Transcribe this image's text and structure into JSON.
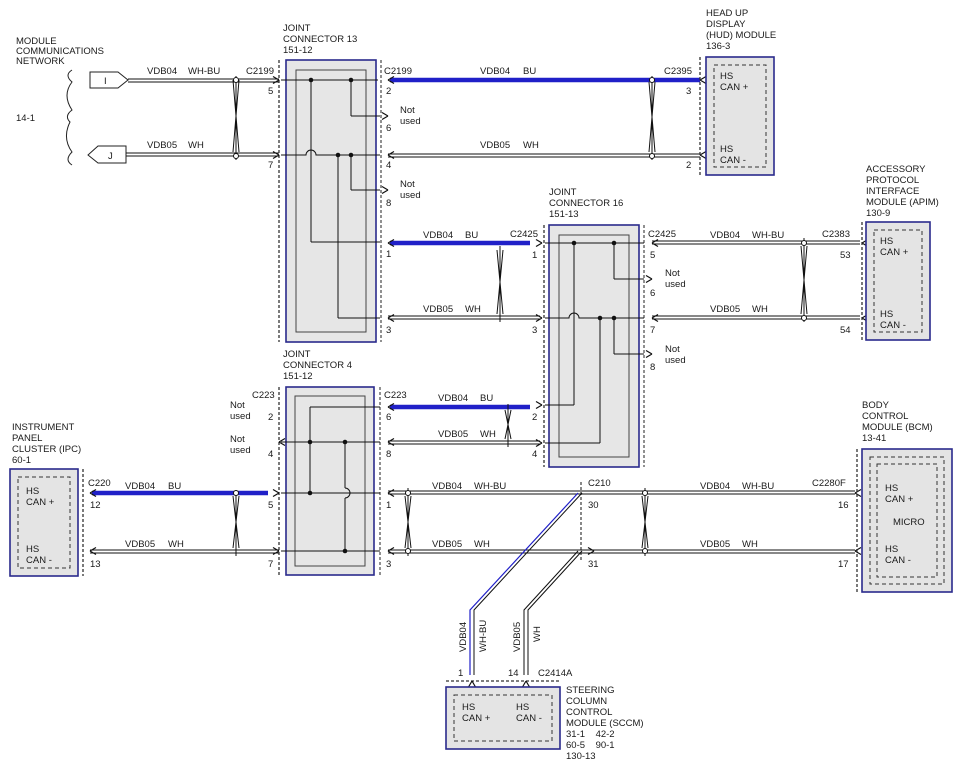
{
  "labels": {
    "mcn": [
      "MODULE",
      "COMMUNICATIONS",
      "NETWORK"
    ],
    "ref_14_1": "14-1",
    "jc13": [
      "JOINT",
      "CONNECTOR 13",
      "151-12"
    ],
    "hud": [
      "HEAD UP",
      "DISPLAY",
      "(HUD) MODULE",
      "136-3"
    ],
    "apim": [
      "ACCESSORY",
      "PROTOCOL",
      "INTERFACE",
      "MODULE (APIM)",
      "130-9"
    ],
    "jc16": [
      "JOINT",
      "CONNECTOR 16",
      "151-13"
    ],
    "jc4": [
      "JOINT",
      "CONNECTOR 4",
      "151-12"
    ],
    "ipc": [
      "INSTRUMENT",
      "PANEL",
      "CLUSTER (IPC)",
      "60-1"
    ],
    "bcm": [
      "BODY",
      "CONTROL",
      "MODULE (BCM)",
      "13-41"
    ],
    "sccm": [
      "STEERING",
      "COLUMN",
      "CONTROL",
      "MODULE (SCCM)",
      "31-1    42-2",
      "60-5    90-1",
      "130-13"
    ]
  },
  "connectors": {
    "c2199": "C2199",
    "c2395": "C2395",
    "c2425": "C2425",
    "c2383": "C2383",
    "c223": "C223",
    "c220": "C220",
    "c210": "C210",
    "c2280f": "C2280F",
    "c2414a": "C2414A"
  },
  "offpage": {
    "i": "I",
    "j": "J"
  },
  "terminals": {
    "hs_can_plus": "HS CAN +",
    "hs_can_minus": "HS CAN -",
    "hs": "HS",
    "can_plus": "CAN +",
    "can_minus": "CAN -",
    "micro": "MICRO"
  },
  "notused": [
    "Not",
    "used"
  ],
  "circuits": {
    "vdb04": "VDB04",
    "vdb05": "VDB05",
    "wh_bu": "WH-BU",
    "bu": "BU",
    "wh": "WH"
  },
  "pins": {
    "p1": "1",
    "p2": "2",
    "p3": "3",
    "p4": "4",
    "p5": "5",
    "p6": "6",
    "p7": "7",
    "p8": "8",
    "p12": "12",
    "p13": "13",
    "p14": "14",
    "p16": "16",
    "p17": "17",
    "p30": "30",
    "p31": "31",
    "p53": "53",
    "p54": "54"
  },
  "colors": {
    "wire_blue": "#2020c8",
    "module_border": "#2a2a8c",
    "module_fill": "#e4e4e4"
  }
}
